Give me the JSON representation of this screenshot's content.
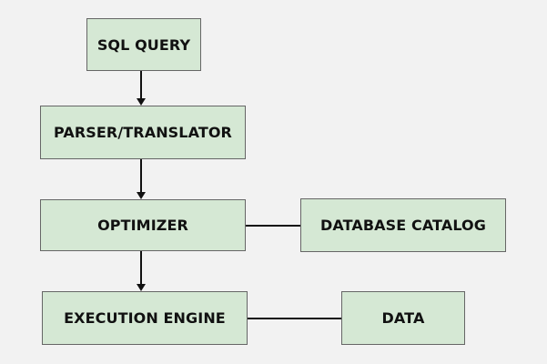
{
  "diagram": {
    "type": "flowchart",
    "background_color": "#f2f2f2",
    "node_fill_color": "#d5e8d4",
    "node_border_color": "#666666",
    "edge_color": "#111111",
    "nodes": {
      "sql_query": {
        "label": "SQL QUERY"
      },
      "parser_translator": {
        "label": "PARSER/TRANSLATOR"
      },
      "optimizer": {
        "label": "OPTIMIZER"
      },
      "database_catalog": {
        "label": "DATABASE CATALOG"
      },
      "execution_engine": {
        "label": "EXECUTION ENGINE"
      },
      "data": {
        "label": "DATA"
      }
    },
    "edges": [
      {
        "from": "sql_query",
        "to": "parser_translator",
        "directed": true
      },
      {
        "from": "parser_translator",
        "to": "optimizer",
        "directed": true
      },
      {
        "from": "optimizer",
        "to": "execution_engine",
        "directed": true
      },
      {
        "from": "optimizer",
        "to": "database_catalog",
        "directed": false
      },
      {
        "from": "execution_engine",
        "to": "data",
        "directed": false
      }
    ]
  }
}
